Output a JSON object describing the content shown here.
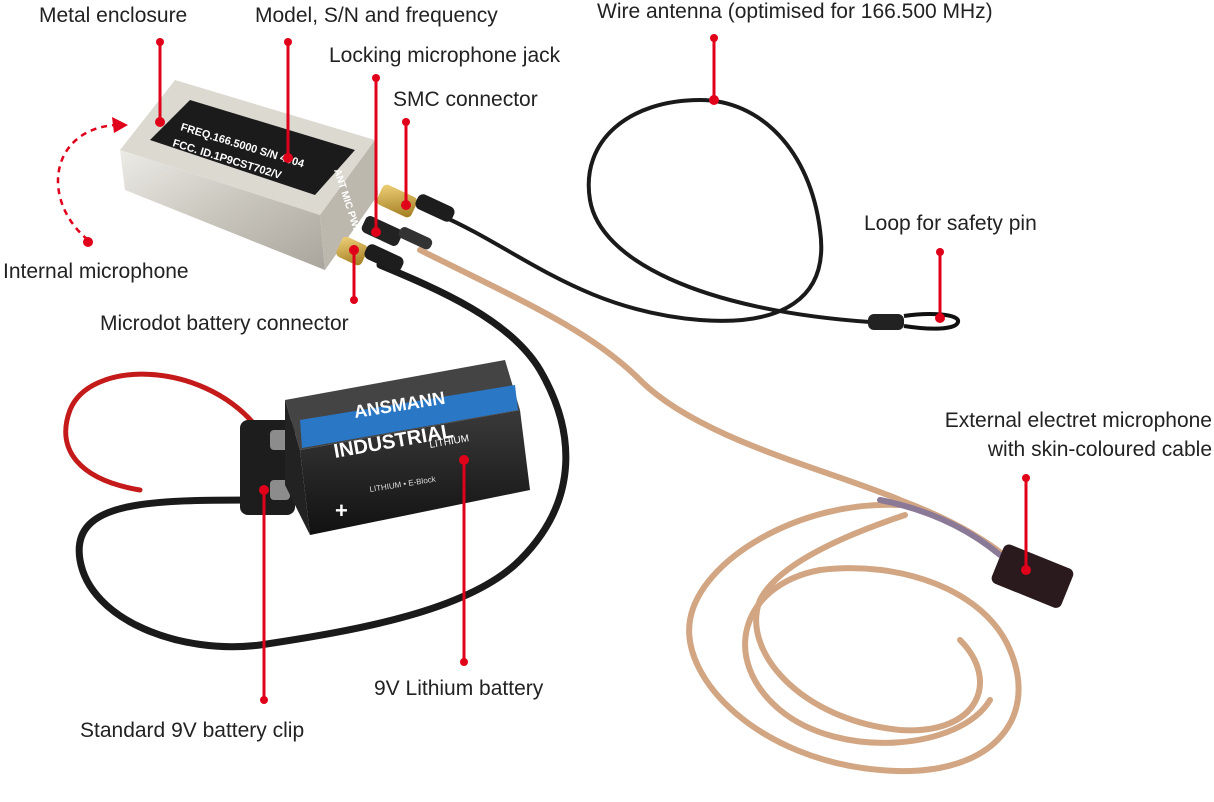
{
  "labels": {
    "metal_enclosure": "Metal enclosure",
    "model_sn_frequency": "Model, S/N and frequency",
    "wire_antenna": "Wire antenna (optimised for 166.500 MHz)",
    "locking_mic_jack": "Locking microphone jack",
    "smc_connector": "SMC connector",
    "loop_safety_pin": "Loop for safety pin",
    "internal_microphone": "Internal microphone",
    "microdot_battery_connector": "Microdot battery connector",
    "external_mic_line1": "External electret microphone",
    "external_mic_line2": "with skin-coloured cable",
    "battery_clip": "Standard 9V battery clip",
    "lithium_battery": "9V Lithium battery"
  },
  "device_print": {
    "line1": "FREQ.166.5000 S/N 4004",
    "line2": "FCC. ID.1P9CST702/V",
    "end_panel": "ANT MIC PWR"
  },
  "battery_print": {
    "brand": "ANSMANN",
    "series": "INDUSTRIAL",
    "chem": "LITHIUM",
    "small": "LITHIUM • E-Block",
    "plus": "+"
  },
  "colors": {
    "callout_red": "#e0001a",
    "label_text": "#222222",
    "skin_cable": "#d2a683",
    "black_cable": "#1a1a1a",
    "battery_blue": "#2a77c6",
    "brass": "#c9a038"
  }
}
